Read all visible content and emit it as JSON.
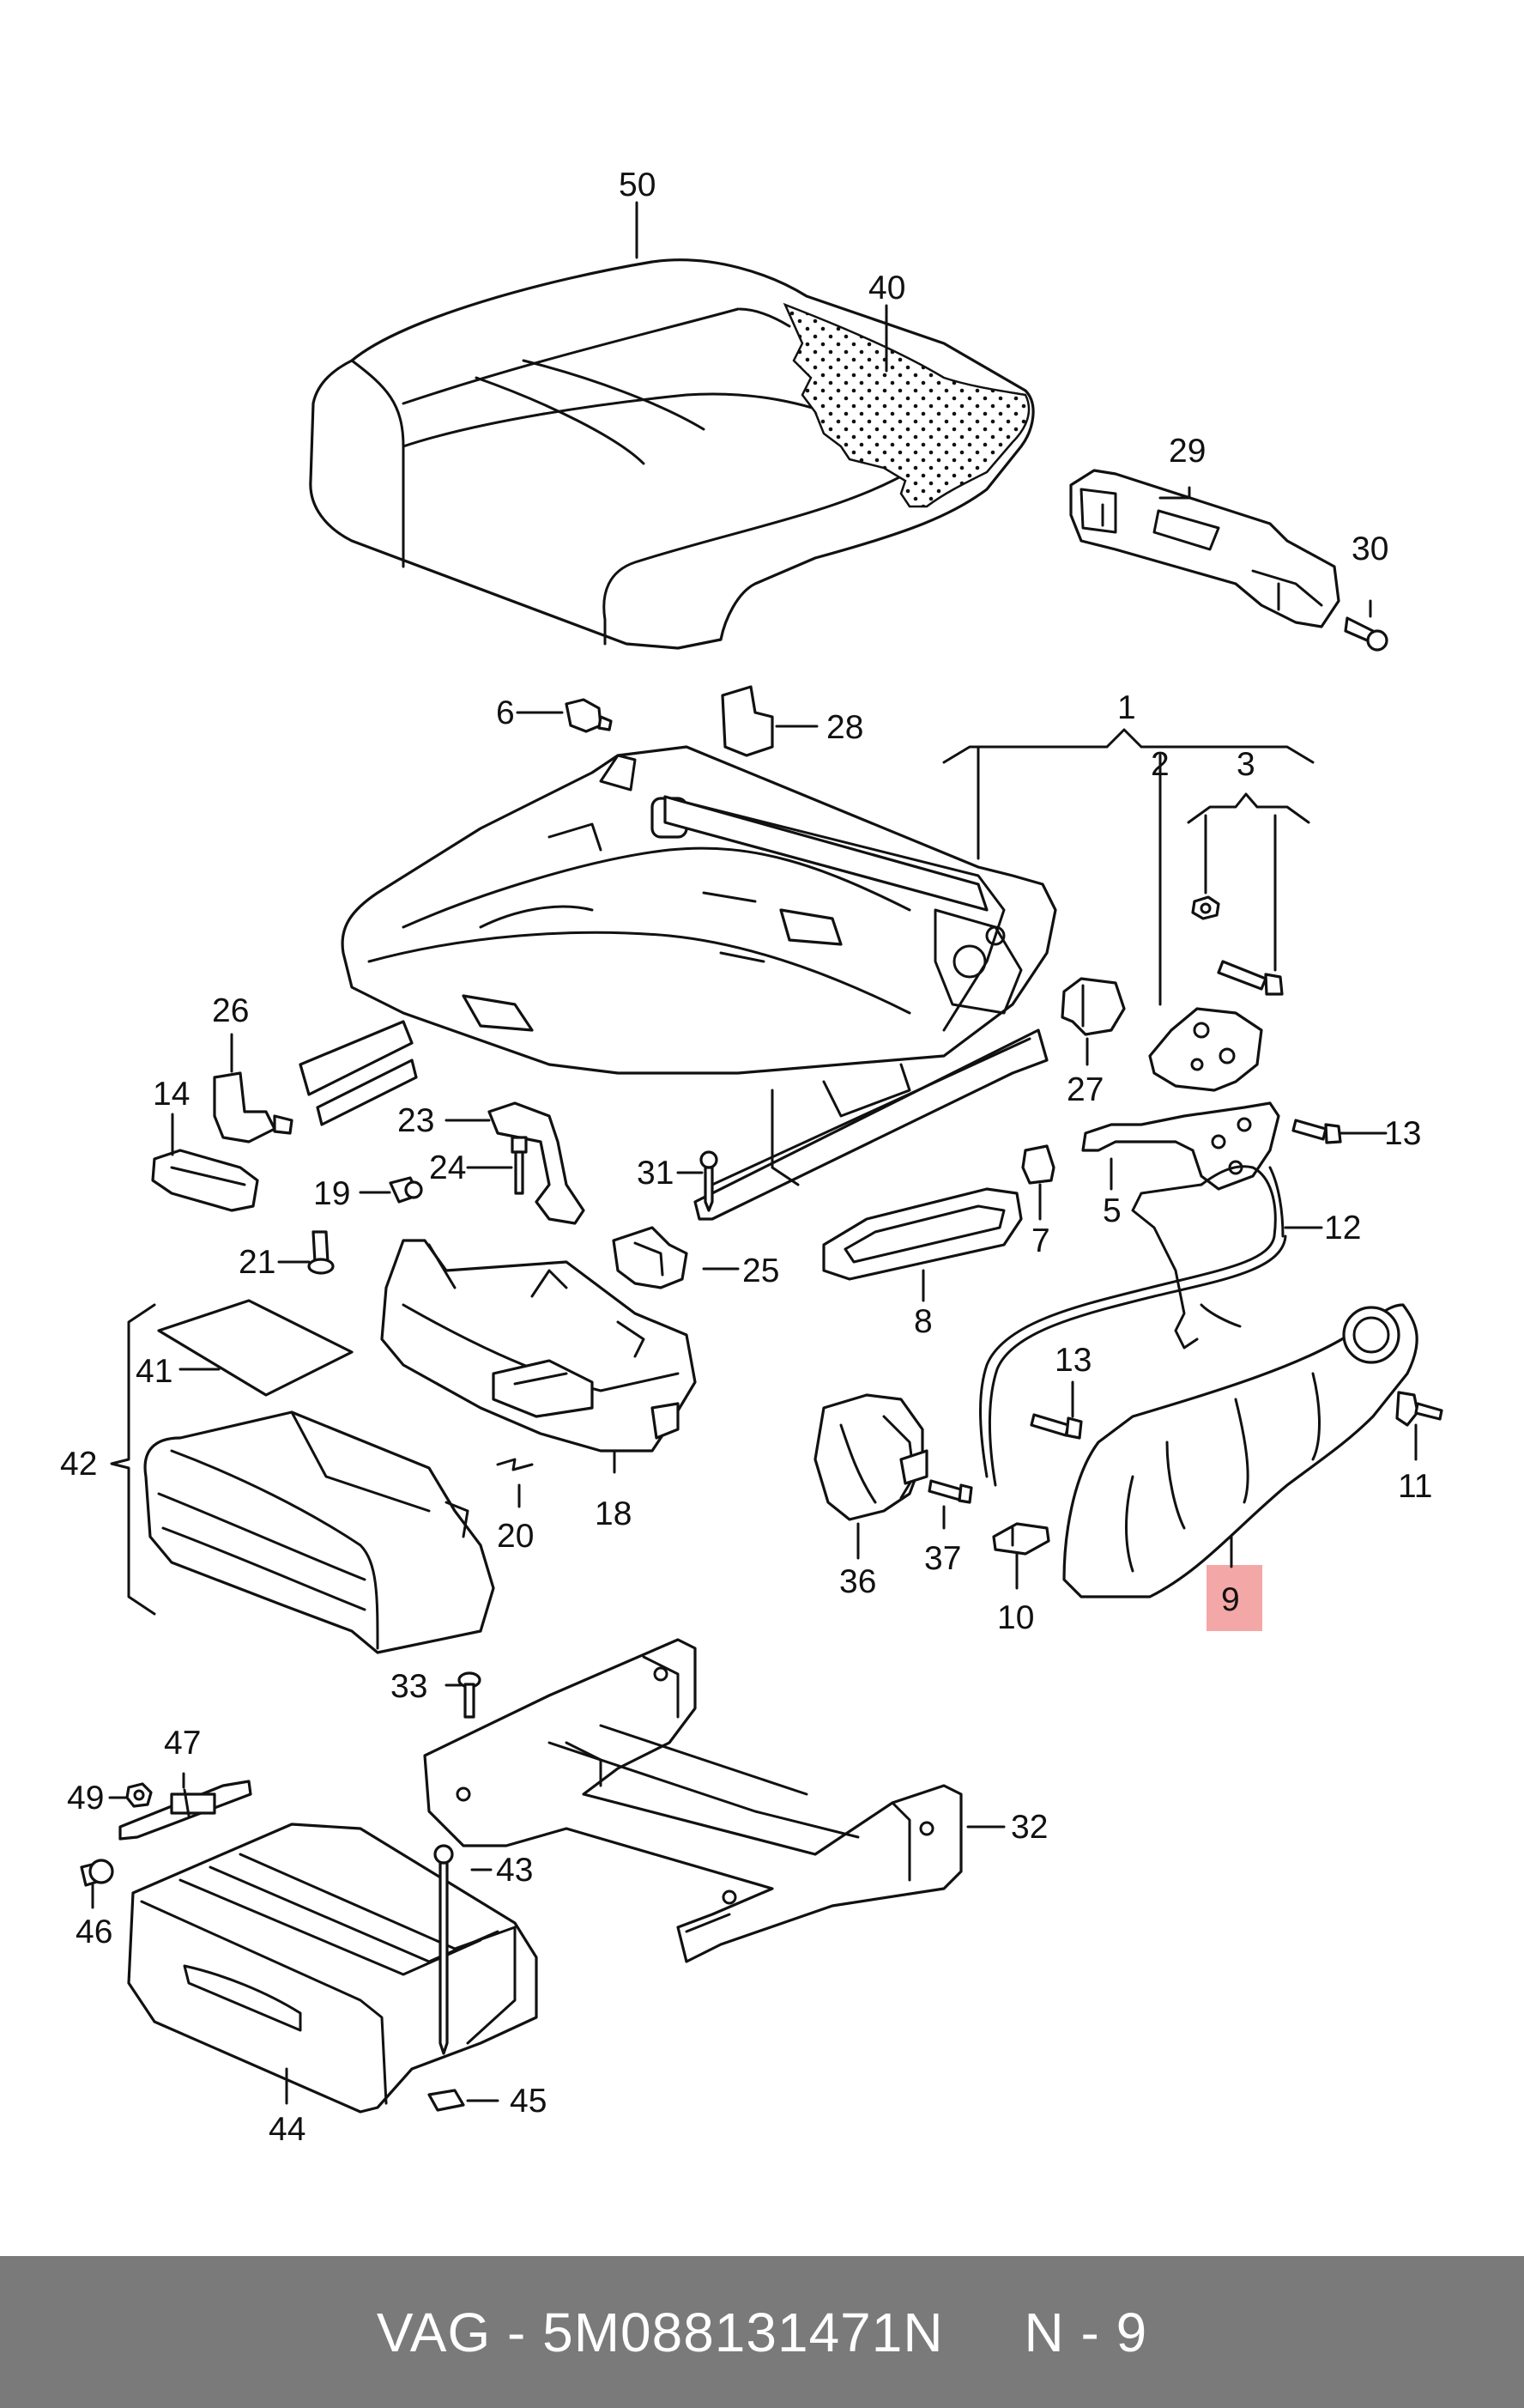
{
  "diagram": {
    "labels": {
      "l1": "1",
      "l2": "2",
      "l3": "3",
      "l5": "5",
      "l6": "6",
      "l7": "7",
      "l8": "8",
      "l9": "9",
      "l10": "10",
      "l11": "11",
      "l12": "12",
      "l13a": "13",
      "l13b": "13",
      "l14": "14",
      "l18": "18",
      "l19": "19",
      "l20": "20",
      "l21": "21",
      "l23": "23",
      "l24": "24",
      "l25": "25",
      "l26": "26",
      "l27": "27",
      "l28": "28",
      "l29": "29",
      "l30": "30",
      "l31": "31",
      "l32": "32",
      "l33": "33",
      "l36": "36",
      "l37": "37",
      "l40": "40",
      "l41": "41",
      "l42": "42",
      "l43": "43",
      "l44": "44",
      "l45": "45",
      "l46": "46",
      "l47": "47",
      "l49": "49",
      "l50": "50"
    },
    "highlight_color": "#f4a7a7"
  },
  "footer": {
    "brand": "VAG",
    "part_number": "5M088131471N",
    "position_ref": "N - 9",
    "text": "VAG - 5M088131471N     N - 9"
  }
}
